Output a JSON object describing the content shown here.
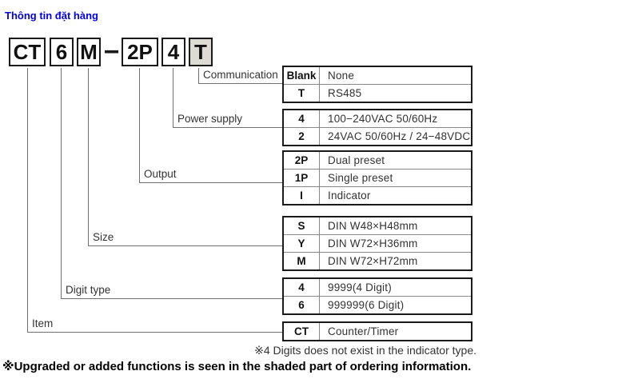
{
  "title": "Thông tin đặt hàng",
  "model_code": {
    "full": "CT6M−2P4T",
    "segments": [
      {
        "text": "CT",
        "boxed": true,
        "shaded": false
      },
      {
        "text": "6",
        "boxed": true,
        "shaded": false
      },
      {
        "text": "M",
        "boxed": true,
        "shaded": false
      },
      {
        "text": "−",
        "boxed": false,
        "shaded": false
      },
      {
        "text": "2P",
        "boxed": true,
        "shaded": false
      },
      {
        "text": "4",
        "boxed": true,
        "shaded": false
      },
      {
        "text": "T",
        "boxed": true,
        "shaded": true
      }
    ]
  },
  "groups": [
    {
      "label": "Communication",
      "rows": [
        {
          "key": "Blank",
          "value": "None"
        },
        {
          "key": "T",
          "value": "RS485"
        }
      ]
    },
    {
      "label": "Power supply",
      "rows": [
        {
          "key": "4",
          "value": "100−240VAC 50/60Hz"
        },
        {
          "key": "2",
          "value": "24VAC 50/60Hz / 24−48VDC"
        }
      ]
    },
    {
      "label": "Output",
      "rows": [
        {
          "key": "2P",
          "value": "Dual preset"
        },
        {
          "key": "1P",
          "value": "Single preset"
        },
        {
          "key": "I",
          "value": "Indicator"
        }
      ]
    },
    {
      "label": "Size",
      "rows": [
        {
          "key": "S",
          "value": "DIN W48×H48mm"
        },
        {
          "key": "Y",
          "value": "DIN W72×H36mm"
        },
        {
          "key": "M",
          "value": "DIN W72×H72mm"
        }
      ]
    },
    {
      "label": "Digit type",
      "rows": [
        {
          "key": "4",
          "value": "9999(4 Digit)"
        },
        {
          "key": "6",
          "value": "999999(6 Digit)"
        }
      ]
    },
    {
      "label": "Item",
      "rows": [
        {
          "key": "CT",
          "value": "Counter/Timer"
        }
      ]
    }
  ],
  "notes": {
    "note1": "※4 Digits does not exist in the indicator type.",
    "note2": "※Upgraded or added functions is seen in the shaded part of ordering information."
  },
  "colors": {
    "title_blue": "#0000ee",
    "shaded_box": "#dcdcd4",
    "connector_gray": "#707070",
    "border_black": "#1a1a1a"
  }
}
